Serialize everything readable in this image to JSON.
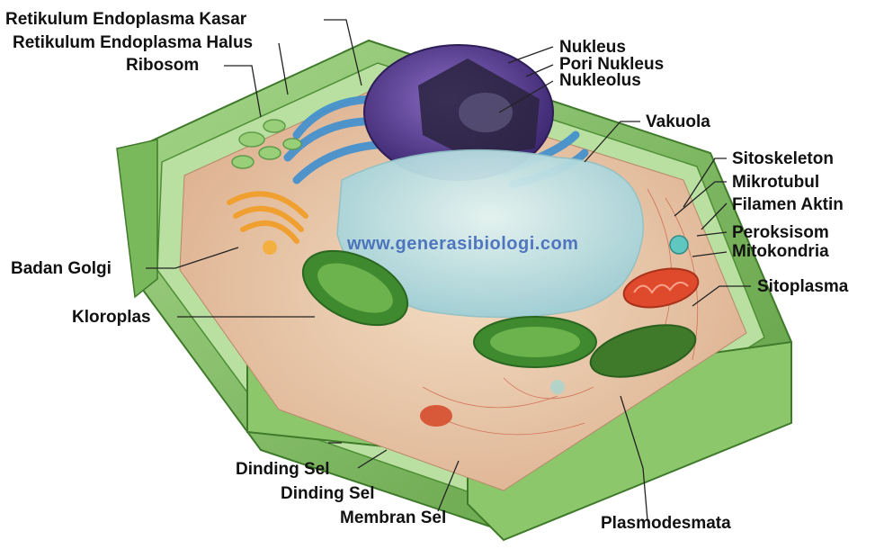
{
  "watermark": "www.generasibiologi.com",
  "labels": {
    "rek": "Retikulum Endoplasma Kasar",
    "reh": "Retikulum Endoplasma Halus",
    "ribosom": "Ribosom",
    "badan_golgi": "Badan Golgi",
    "kloroplas": "Kloroplas",
    "dinding_sel_1": "Dinding Sel",
    "dinding_sel_2": "Dinding Sel",
    "membran_sel": "Membran Sel",
    "nukleus": "Nukleus",
    "pori_nukleus": "Pori Nukleus",
    "nukleolus": "Nukleolus",
    "vakuola": "Vakuola",
    "sitoskeleton": "Sitoskeleton",
    "mikrotubul": "Mikrotubul",
    "filamen_aktin": "Filamen Aktin",
    "peroksisom": "Peroksisom",
    "mitokondria": "Mitokondria",
    "sitoplasma": "Sitoplasma",
    "plasmodesmata": "Plasmodesmata"
  },
  "colors": {
    "cell_wall": "#7cbf5a",
    "cell_wall_dark": "#4e8f36",
    "cytoplasm": "#e8c9a8",
    "nucleus": "#5a3e8f",
    "er": "#3f8fd0",
    "vacuole": "#bfe3e6",
    "chloroplast": "#3f8a2e",
    "golgi": "#f0a030",
    "mitochondria": "#e04a2c"
  }
}
